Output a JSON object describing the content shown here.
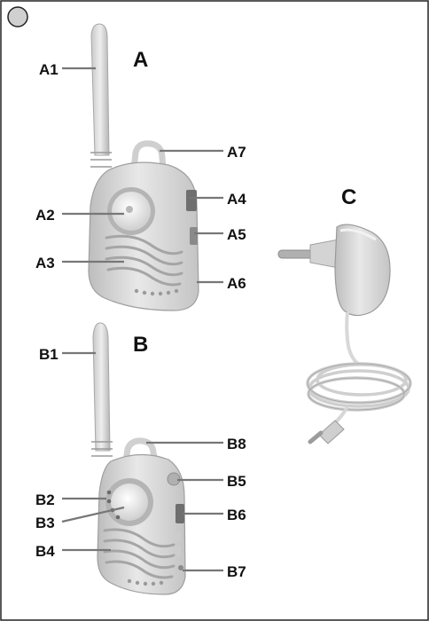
{
  "section_labels": {
    "a": "A",
    "b": "B",
    "c": "C"
  },
  "unit_a_labels": [
    "A1",
    "A2",
    "A3",
    "A4",
    "A5",
    "A6",
    "A7"
  ],
  "unit_b_labels": [
    "B1",
    "B2",
    "B3",
    "B4",
    "B5",
    "B6",
    "B7",
    "B8"
  ],
  "colors": {
    "body": "#dcdcdc",
    "shade": "#b9b9b9",
    "dark": "#8a8a8a",
    "line": "#777777"
  },
  "icons": [
    "page-marker-circle-icon",
    "baby-unit-illustration",
    "parent-unit-illustration",
    "power-adapter-illustration"
  ]
}
